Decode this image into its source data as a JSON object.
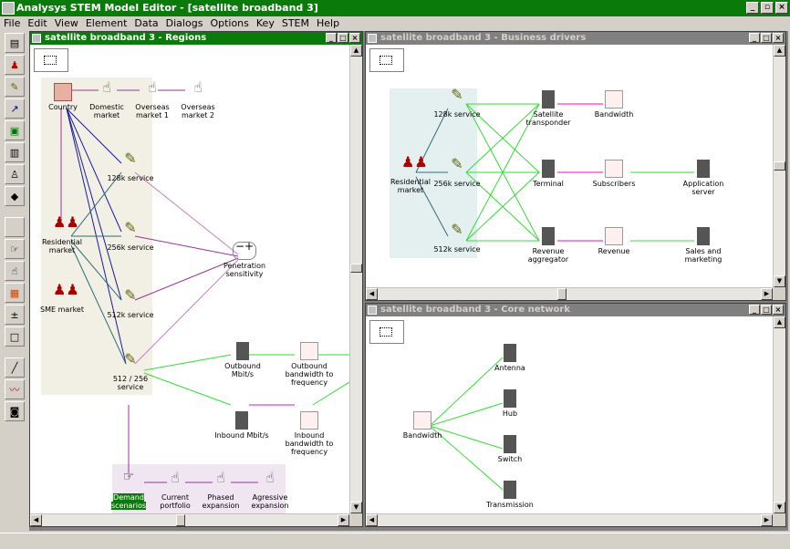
{
  "app": {
    "title": "Analysys STEM Model Editor - [satellite broadband 3]"
  },
  "menu": [
    "File",
    "Edit",
    "View",
    "Element",
    "Data",
    "Dialogs",
    "Options",
    "Key",
    "STEM",
    "Help"
  ],
  "windows": {
    "regions": {
      "title": "satellite broadband 3 - Regions",
      "nodes": {
        "country": "Country",
        "domestic": "Domestic\nmarket",
        "overseas1": "Overseas\nmarket 1",
        "overseas2": "Overseas\nmarket 2",
        "s128": "128k service",
        "s256": "256k service",
        "s512": "512k service",
        "s512_256": "512 / 256\nservice",
        "residential": "Residential\nmarket",
        "sme": "SME market",
        "penetration": "Penetration\nsensitivity",
        "outbound": "Outbound\nMbit/s",
        "outbound_bw": "Outbound\nbandwidth to\nfrequency",
        "inbound": "Inbound Mbit/s",
        "inbound_bw": "Inbound\nbandwidth to\nfrequency",
        "demand": "Demand\nscenarios",
        "current": "Current\nportfolio",
        "phased": "Phased\nexpansion",
        "agressive": "Agressive\nexpansion"
      }
    },
    "drivers": {
      "title": "satellite broadband 3 - Business drivers",
      "nodes": {
        "s128": "128k service",
        "s256": "256k service",
        "s512": "512k service",
        "residential": "Residential\nmarket",
        "transponder": "Satellite\ntransponder",
        "terminal": "Terminal",
        "revagg": "Revenue\naggregator",
        "bandwidth": "Bandwidth",
        "subscribers": "Subscribers",
        "revenue": "Revenue",
        "appserver": "Application\nserver",
        "sales": "Sales and\nmarketing"
      }
    },
    "core": {
      "title": "satellite broadband 3 - Core network",
      "nodes": {
        "bandwidth": "Bandwidth",
        "antenna": "Antenna",
        "hub": "Hub",
        "switch": "Switch",
        "transmission": "Transmission"
      }
    }
  },
  "colors": {
    "titlebar": "#0a7a0a",
    "green_link": "#33dd33",
    "purple_link": "#993399",
    "blue_link": "#1a1aa0",
    "teal_link": "#2a6e7a",
    "magenta_link": "#ff00cc"
  }
}
